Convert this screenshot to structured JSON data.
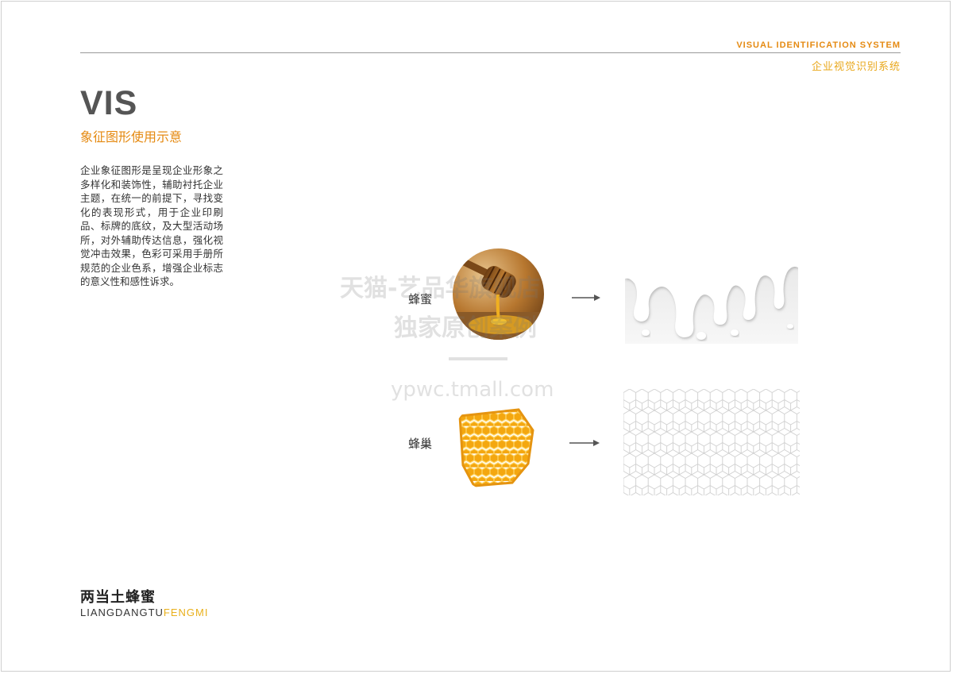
{
  "header": {
    "title_en": "VISUAL IDENTIFICATION SYSTEM",
    "title_cn": "企业视觉识别系统"
  },
  "section": {
    "title": "VIS",
    "subtitle": "象征图形使用示意",
    "description": "企业象征图形是呈现企业形象之多样化和装饰性，辅助衬托企业主题，在统一的前提下，寻找变化的表现形式，用于企业印刷品、标牌的底纹，及大型活动场所，对外辅助传达信息，强化视觉冲击效果，色彩可采用手册所规范的企业色系，增强企业标志的意义性和感性诉求。"
  },
  "rows": [
    {
      "label": "蜂蜜"
    },
    {
      "label": "蜂巢"
    }
  ],
  "watermark": {
    "line1": "天猫-艺品华旗舰店",
    "line2": "独家原创案例",
    "url": "ypwc.tmall.com"
  },
  "brand": {
    "name_cn": "两当土蜂蜜",
    "name_en_part1": "LIANGDANGTU",
    "name_en_part2": "FENGMI"
  },
  "colors": {
    "accent_orange": "#e58a12",
    "accent_yellow": "#e9b01c",
    "text_dark": "#333333",
    "title_gray": "#555555"
  }
}
